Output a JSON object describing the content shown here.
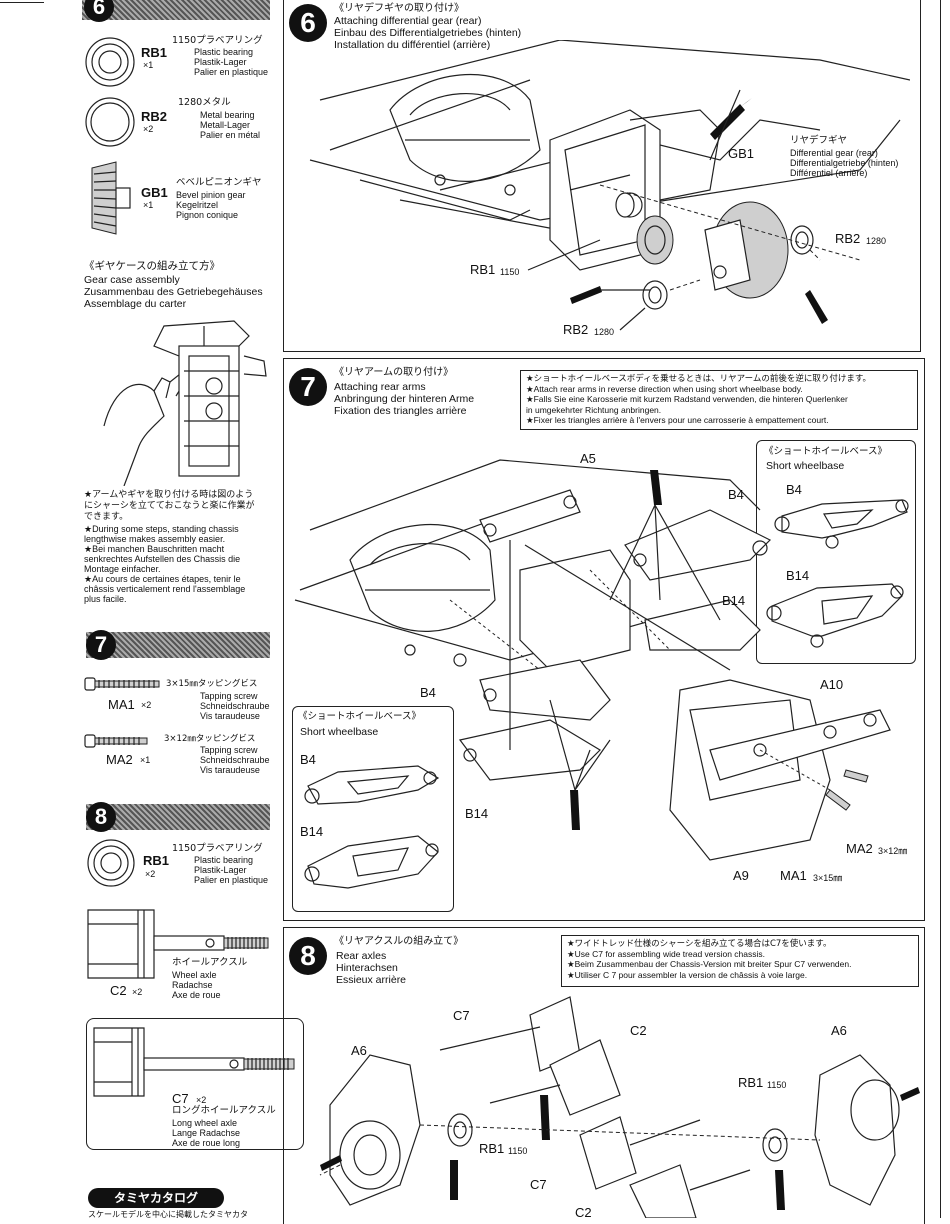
{
  "left": {
    "step6": {
      "number": "6",
      "parts": [
        {
          "code": "RB1",
          "qty": "×1",
          "jp": "1150プラベアリング",
          "lines": [
            "Plastic bearing",
            "Plastik-Lager",
            "Palier en plastique"
          ]
        },
        {
          "code": "RB2",
          "qty": "×2",
          "jp": "1280メタル",
          "lines": [
            "Metal bearing",
            "Metall-Lager",
            "Palier en métal"
          ]
        },
        {
          "code": "GB1",
          "qty": "×1",
          "jp": "ベベルピニオンギヤ",
          "lines": [
            "Bevel pinion gear",
            "Kegelritzel",
            "Pignon conique"
          ]
        }
      ],
      "gearcase": {
        "jp": "《ギヤケースの組み立て方》",
        "en": "Gear case assembly",
        "de": "Zusammenbau des Getriebegehäuses",
        "fr": "Assemblage du carter"
      },
      "tip": [
        "★アームやギヤを取り付ける時は図のよう",
        "にシャーシを立てておこなうと楽に作業が",
        "できます。",
        "★During some steps, standing chassis",
        "lengthwise makes assembly easier.",
        "★Bei manchen Bauschritten macht",
        "senkrechtes Aufstellen des Chassis die",
        "Montage einfacher.",
        "★Au cours de certaines étapes, tenir le",
        "châssis verticalement rend l'assemblage",
        "plus facile."
      ]
    },
    "step7": {
      "number": "7",
      "parts": [
        {
          "code": "MA1",
          "qty": "×2",
          "jp": "3×15㎜タッピングビス",
          "lines": [
            "Tapping screw",
            "Schneidschraube",
            "Vis taraudeuse"
          ]
        },
        {
          "code": "MA2",
          "qty": "×1",
          "jp": "3×12㎜タッピングビス",
          "lines": [
            "Tapping screw",
            "Schneidschraube",
            "Vis taraudeuse"
          ]
        }
      ]
    },
    "step8": {
      "number": "8",
      "parts": [
        {
          "code": "RB1",
          "qty": "×2",
          "jp": "1150プラベアリング",
          "lines": [
            "Plastic bearing",
            "Plastik-Lager",
            "Palier en plastique"
          ]
        },
        {
          "code": "C2",
          "qty": "×2",
          "jp": "ホイールアクスル",
          "lines": [
            "Wheel axle",
            "Radachse",
            "Axe de roue"
          ]
        },
        {
          "code": "C7",
          "qty": "×2",
          "jp": "ロングホイールアクスル",
          "lines": [
            "Long wheel axle",
            "Lange Radachse",
            "Axe de roue long"
          ]
        }
      ]
    },
    "catalog": {
      "title": "タミヤカタログ",
      "sub": "スケールモデルを中心に掲載したタミヤカタ"
    }
  },
  "main": {
    "step6": {
      "number": "6",
      "title_jp": "《リヤデフギヤの取り付け》",
      "title_en": "Attaching differential gear (rear)",
      "title_de": "Einbau des Differentialgetriebes (hinten)",
      "title_fr": "Installation du différentiel (arrière)",
      "callout_jp": "リヤデフギヤ",
      "callout": [
        "Differential gear (rear)",
        "Differentialgetriebe (hinten)",
        "Différentiel (arrière)"
      ],
      "labels": {
        "gb1": "GB1",
        "rb1": "RB1",
        "rb1_num": "1150",
        "rb2a": "RB2",
        "rb2a_num": "1280",
        "rb2b": "RB2",
        "rb2b_num": "1280"
      }
    },
    "step7": {
      "number": "7",
      "title_jp": "《リヤアームの取り付け》",
      "title_en": "Attaching rear arms",
      "title_de": "Anbringung der hinteren Arme",
      "title_fr": "Fixation des triangles arrière",
      "note": [
        "★ショートホイールベースボディを乗せるときは、リヤアームの前後を逆に取り付けます。",
        "★Attach rear arms in reverse direction when using short wheelbase body.",
        "★Falls Sie eine Karosserie mit kurzem Radstand verwenden, die hinteren Querlenker",
        "in umgekehrter Richtung anbringen.",
        "★Fixer les triangles arrière à l'envers pour une carrosserie à empattement court."
      ],
      "short_wb_jp": "《ショートホイールベース》",
      "short_wb": "Short wheelbase",
      "labels": {
        "a5": "A5",
        "b4a": "B4",
        "b14a": "B14",
        "b4b": "B4",
        "b14b": "B14",
        "a10": "A10",
        "b4c": "B4",
        "b14c": "B14",
        "a9": "A9",
        "ma1": "MA1",
        "ma1_size": "3×15㎜",
        "ma2": "MA2",
        "ma2_size": "3×12㎜",
        "b4d": "B4",
        "b14d": "B14"
      }
    },
    "step8": {
      "number": "8",
      "title_jp": "《リヤアクスルの組み立て》",
      "title_en": "Rear axles",
      "title_de": "Hinterachsen",
      "title_fr": "Essieux arrière",
      "note": [
        "★ワイドトレッド仕様のシャーシを組み立てる場合はC7を使います。",
        "★Use C7 for assembling wide tread version chassis.",
        "★Beim Zusammenbau der Chassis-Version mit breiter Spur C7 verwenden.",
        "★Utiliser C 7 pour assembler la version de châssis à voie large."
      ],
      "labels": {
        "c7a": "C7",
        "c2a": "C2",
        "a6a": "A6",
        "a6b": "A6",
        "rb1a": "RB1",
        "rb1a_num": "1150",
        "rb1b": "RB1",
        "rb1b_num": "1150",
        "c7b": "C7",
        "c2b": "C2"
      }
    }
  }
}
